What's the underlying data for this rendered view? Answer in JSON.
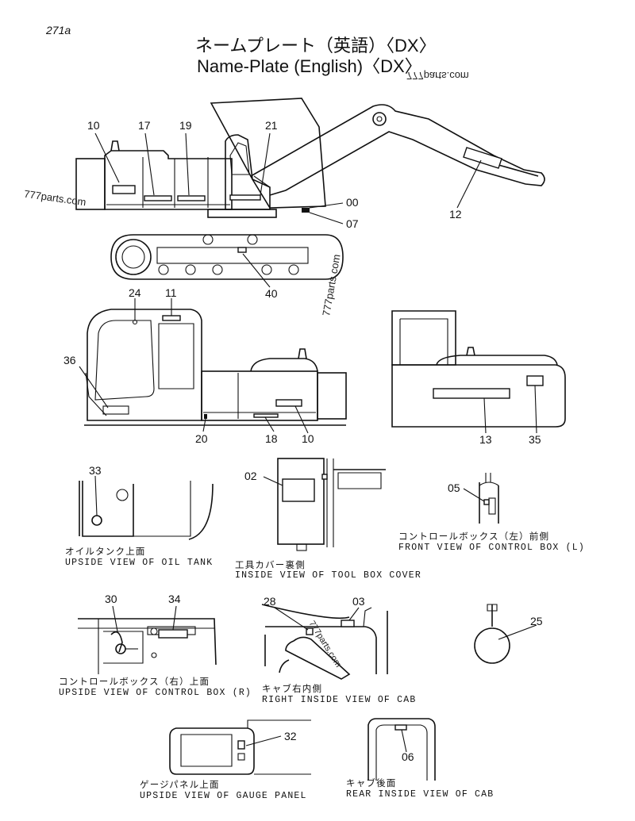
{
  "page_number": "271a",
  "title_jp": "ネームプレート（英語）〈DX〉",
  "title_en": "Name-Plate (English)〈DX〉",
  "watermarks": {
    "top_right": "777parts.com",
    "left": "777parts.com",
    "mid": "777parts.com",
    "cab_inside": "777parts.com"
  },
  "callouts": {
    "c10": "10",
    "c17": "17",
    "c19": "19",
    "c21": "21",
    "c00": "00",
    "c07": "07",
    "c12": "12",
    "c40": "40",
    "c24": "24",
    "c11": "11",
    "c36": "36",
    "c20": "20",
    "c18": "18",
    "c10b": "10",
    "c13": "13",
    "c35": "35",
    "c33": "33",
    "c02": "02",
    "c05": "05",
    "c30": "30",
    "c34": "34",
    "c28": "28",
    "c03": "03",
    "c25": "25",
    "c32": "32",
    "c06": "06"
  },
  "views": {
    "oil_tank_jp": "オイルタンク上面",
    "oil_tank_en": "UPSIDE VIEW OF OIL TANK",
    "tool_box_jp": "工具カバー裏側",
    "tool_box_en": "INSIDE VIEW OF TOOL BOX COVER",
    "ctrl_l_jp": "コントロールボックス（左）前側",
    "ctrl_l_en": "FRONT VIEW OF CONTROL BOX (L)",
    "ctrl_r_jp": "コントロールボックス（右）上面",
    "ctrl_r_en": "UPSIDE VIEW OF CONTROL BOX (R)",
    "cab_right_jp": "キャブ右内側",
    "cab_right_en": "RIGHT INSIDE VIEW OF CAB",
    "gauge_jp": "ゲージパネル上面",
    "gauge_en": "UPSIDE VIEW OF GAUGE PANEL",
    "cab_rear_jp": "キャブ後面",
    "cab_rear_en": "REAR INSIDE VIEW OF CAB"
  }
}
